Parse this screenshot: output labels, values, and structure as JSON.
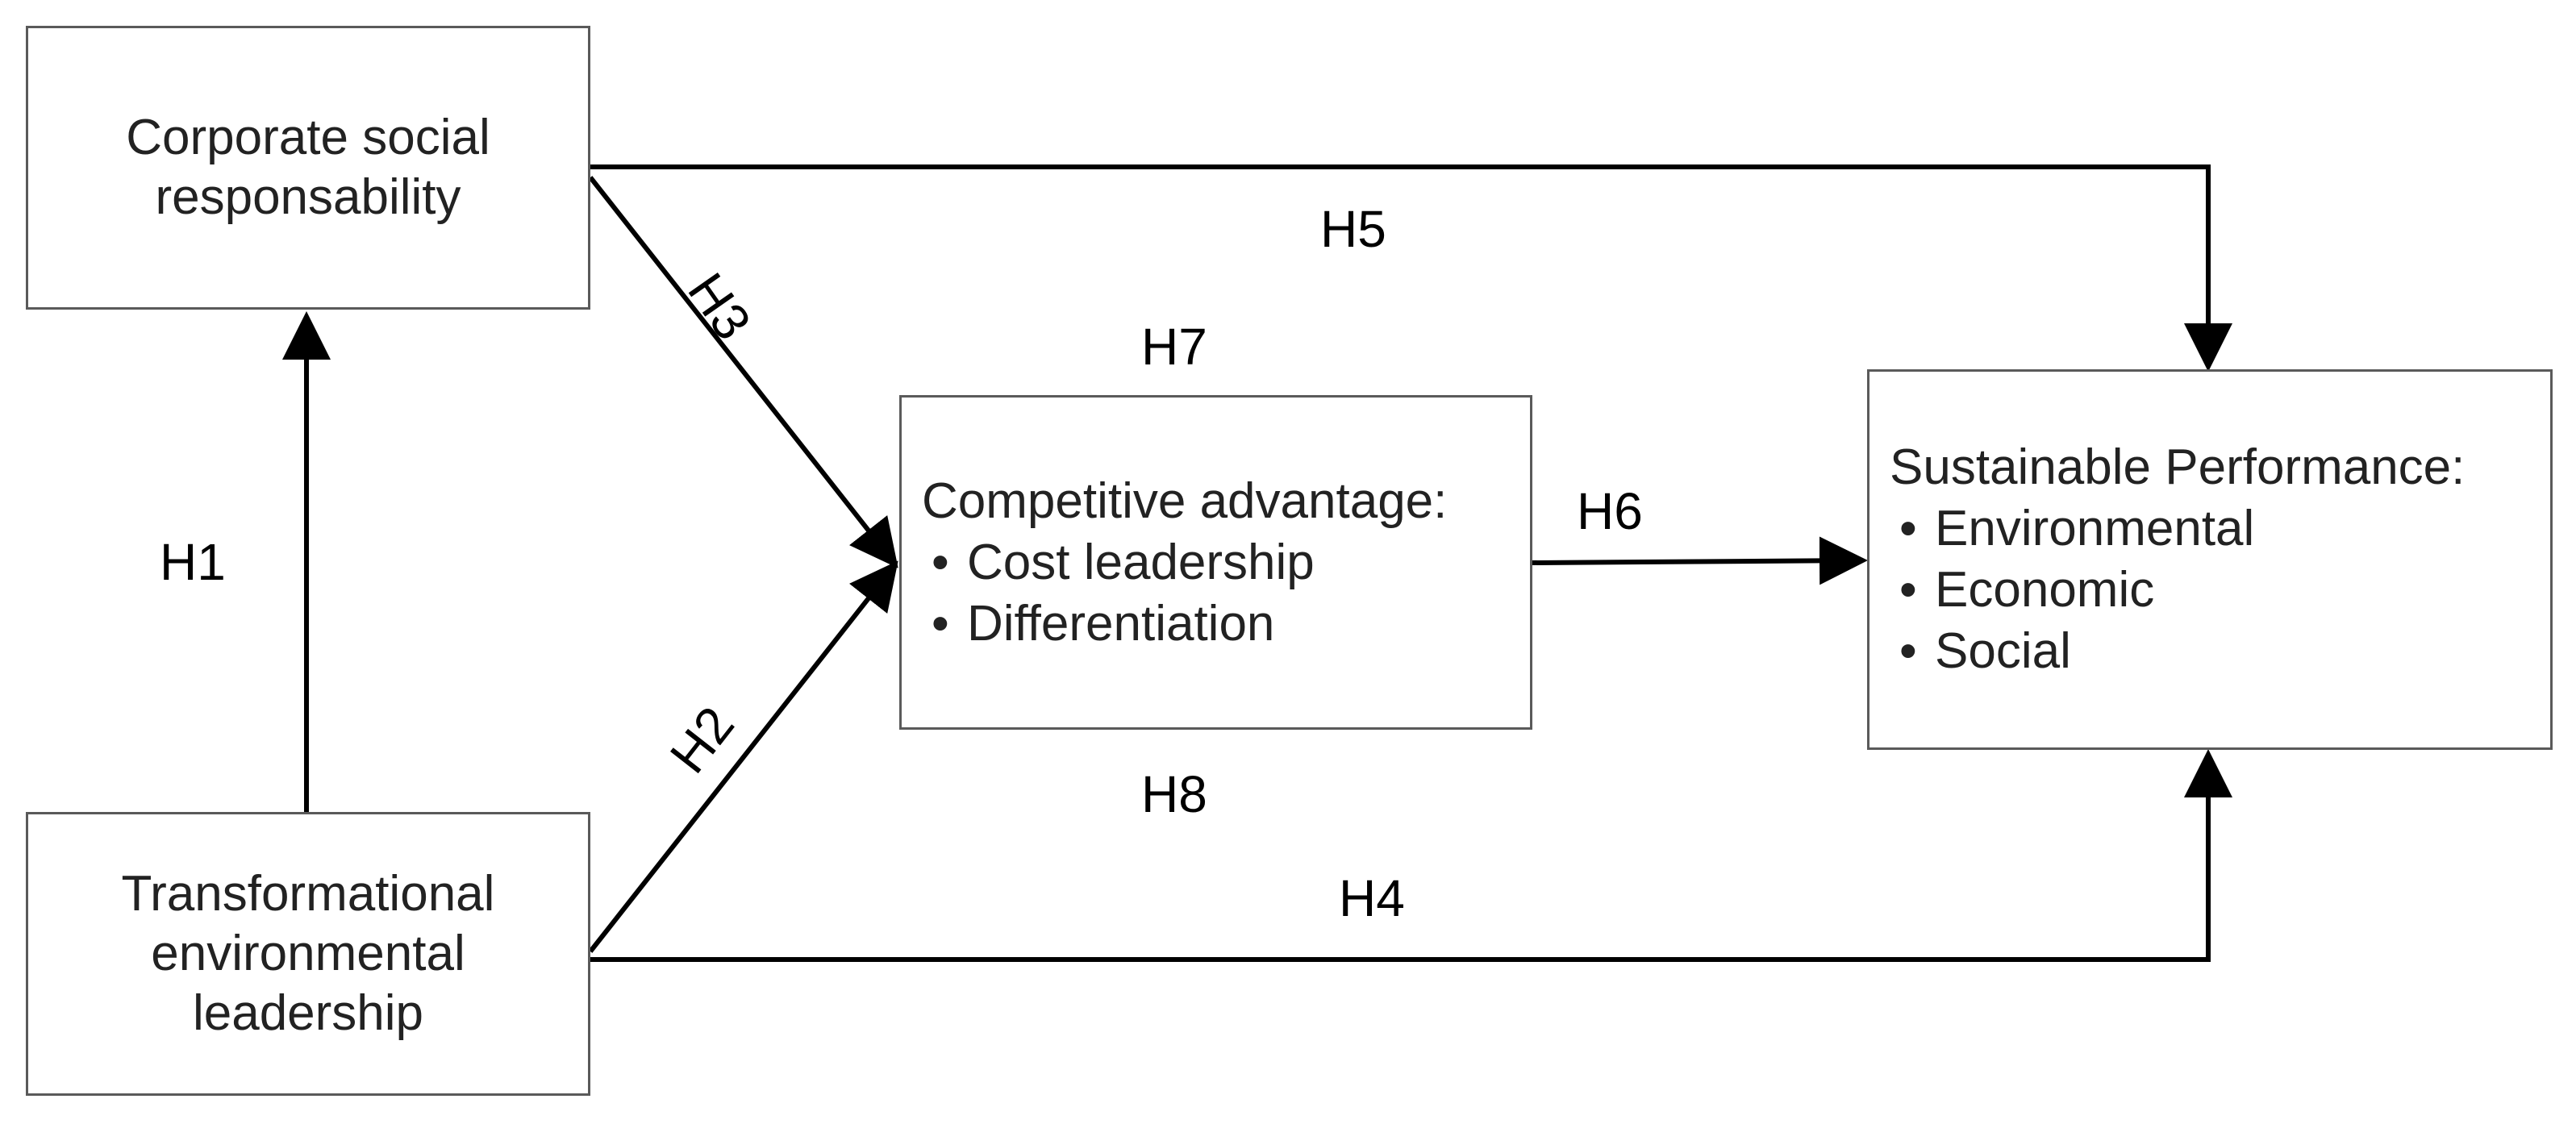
{
  "nodes": {
    "csr": {
      "lines": [
        "Corporate social",
        "responsability"
      ]
    },
    "tel": {
      "lines": [
        "Transformational",
        "environmental",
        "leadership"
      ]
    },
    "ca": {
      "title": "Competitive advantage:",
      "items": [
        "Cost leadership",
        "Differentiation"
      ]
    },
    "sp": {
      "title": "Sustainable Performance:",
      "items": [
        "Environmental",
        "Economic",
        "Social"
      ]
    }
  },
  "hypotheses": {
    "h1": "H1",
    "h2": "H2",
    "h3": "H3",
    "h4": "H4",
    "h5": "H5",
    "h6": "H6",
    "h7": "H7",
    "h8": "H8"
  },
  "bullet": "•",
  "colors": {
    "line": "#000000",
    "border": "#5a5a5a",
    "text": "#222222"
  }
}
